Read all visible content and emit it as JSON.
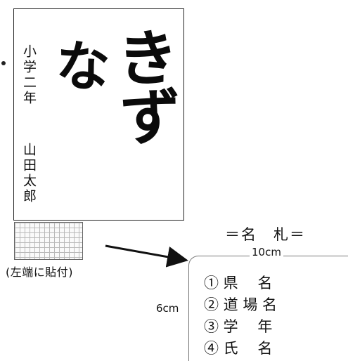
{
  "calligraphy": {
    "main_text_right": "きず",
    "main_text_left": "な"
  },
  "signature": {
    "grade": "小学二年",
    "name": "山田太郎"
  },
  "grid_caption": "(左端に貼付)",
  "name_card": {
    "title": "＝名　札＝",
    "width_label": "10cm",
    "height_label": "6cm",
    "items": [
      "① 県　 名",
      "② 道 場 名",
      "③ 学　 年",
      "④ 氏　 名"
    ]
  }
}
